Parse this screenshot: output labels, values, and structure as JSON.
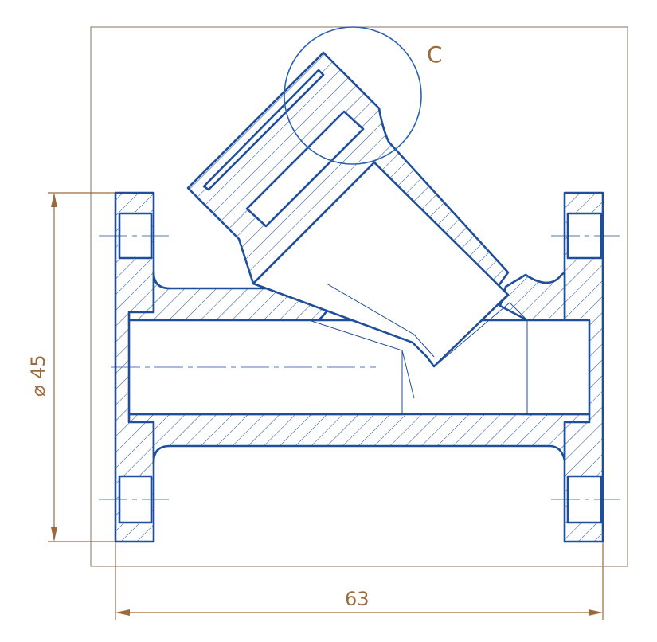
{
  "drawing": {
    "detail_label": "C",
    "dimensions": {
      "diameter": "⌀ 45",
      "length": "63"
    },
    "colors": {
      "outline": "#1f4f9a",
      "dimension": "#9a6a3c",
      "frame": "#8a7060"
    }
  }
}
